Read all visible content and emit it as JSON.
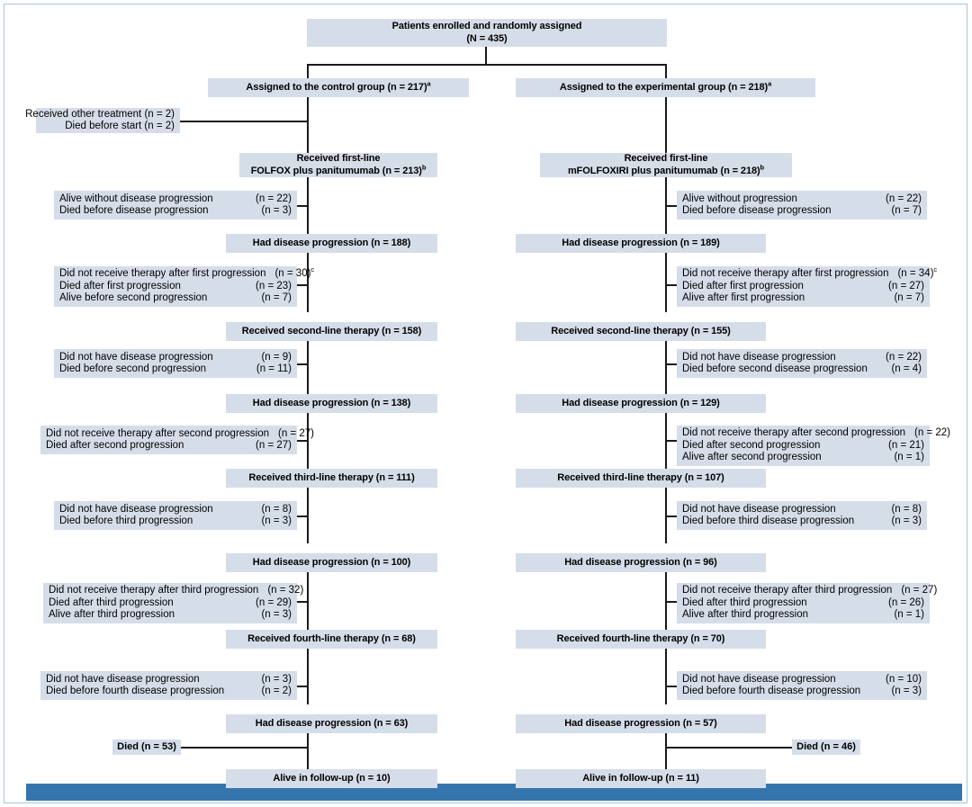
{
  "figure": {
    "type": "consort-flow-diagram",
    "colors": {
      "box_fill": "#d5dde9",
      "line": "#1a1a1a",
      "bottom_bar": "#3575ad",
      "frame_border": "#a8c4de"
    }
  },
  "top": {
    "line1": "Patients enrolled and randomly assigned",
    "line2": "(N = 435)"
  },
  "arms": {
    "control": {
      "assigned": "Assigned to the control group (n = 217)",
      "assigned_sup": "a",
      "first_line_l1": "Received first-line",
      "first_line_l2": "FOLFOX plus panitumumab (n = 213)",
      "first_line_sup": "b",
      "excluded": [
        {
          "label": "Received other treatment (n = 2)"
        },
        {
          "label": "Died before start (n = 2)"
        }
      ],
      "after_first_line": [
        {
          "label": "Alive without disease progression",
          "n": "(n = 22)"
        },
        {
          "label": "Died before disease progression",
          "n": "(n = 3)"
        }
      ],
      "progression_1": "Had disease progression (n = 188)",
      "after_prog_1": [
        {
          "label": "Did not receive therapy after first progression",
          "n": "(n = 30)",
          "sup": "c"
        },
        {
          "label": "Died after first progression",
          "n": "(n = 23)"
        },
        {
          "label": "Alive before second progression",
          "n": "(n = 7)"
        }
      ],
      "second_line": "Received second-line therapy (n = 158)",
      "after_second_line": [
        {
          "label": "Did not have disease progression",
          "n": "(n = 9)"
        },
        {
          "label": "Died before second progression",
          "n": "(n = 11)"
        }
      ],
      "progression_2": "Had disease progression (n = 138)",
      "after_prog_2": [
        {
          "label": "Did not receive therapy after second progression",
          "n": "(n = 27)"
        },
        {
          "label": "Died after second progression",
          "n": "(n = 27)"
        }
      ],
      "third_line": "Received third-line therapy (n = 111)",
      "after_third_line": [
        {
          "label": "Did not have disease progression",
          "n": "(n = 8)"
        },
        {
          "label": "Died before third progression",
          "n": "(n = 3)"
        }
      ],
      "progression_3": "Had disease progression (n = 100)",
      "after_prog_3": [
        {
          "label": "Did not receive therapy after third progression",
          "n": "(n = 32)"
        },
        {
          "label": "Died after third progression",
          "n": "(n = 29)"
        },
        {
          "label": "Alive after third progression",
          "n": "(n = 3)"
        }
      ],
      "fourth_line": "Received fourth-line therapy (n = 68)",
      "after_fourth_line": [
        {
          "label": "Did not have disease progression",
          "n": "(n = 3)"
        },
        {
          "label": "Died before fourth disease progression",
          "n": "(n = 2)"
        }
      ],
      "progression_4": "Had disease progression (n = 63)",
      "died": "Died (n = 53)",
      "alive": "Alive in follow-up (n = 10)"
    },
    "experimental": {
      "assigned": "Assigned to the experimental group (n = 218)",
      "assigned_sup": "a",
      "first_line_l1": "Received first-line",
      "first_line_l2": "mFOLFOXIRI plus panitumumab (n = 218)",
      "first_line_sup": "b",
      "after_first_line": [
        {
          "label": "Alive without progression",
          "n": "(n = 22)"
        },
        {
          "label": "Died before disease progression",
          "n": "(n = 7)"
        }
      ],
      "progression_1": "Had disease progression (n = 189)",
      "after_prog_1": [
        {
          "label": "Did not receive therapy after first progression",
          "n": "(n = 34)",
          "sup": "c"
        },
        {
          "label": "Died after first progression",
          "n": "(n = 27)"
        },
        {
          "label": "Alive after first progression",
          "n": "(n = 7)"
        }
      ],
      "second_line": "Received second-line therapy (n = 155)",
      "after_second_line": [
        {
          "label": "Did not have disease progression",
          "n": "(n = 22)"
        },
        {
          "label": "Died before second disease progression",
          "n": "(n = 4)"
        }
      ],
      "progression_2": "Had disease progression (n = 129)",
      "after_prog_2": [
        {
          "label": "Did not receive therapy after second progression",
          "n": "(n = 22)"
        },
        {
          "label": "Died after second progression",
          "n": "(n = 21)"
        },
        {
          "label": "Alive after second progression",
          "n": "(n = 1)"
        }
      ],
      "third_line": "Received third-line therapy (n = 107)",
      "after_third_line": [
        {
          "label": "Did not have disease progression",
          "n": "(n = 8)"
        },
        {
          "label": "Died before third disease progression",
          "n": "(n = 3)"
        }
      ],
      "progression_3": "Had disease progression (n = 96)",
      "after_prog_3": [
        {
          "label": "Did not receive therapy after third progression",
          "n": "(n = 27)"
        },
        {
          "label": "Died after third progression",
          "n": "(n = 26)"
        },
        {
          "label": "Alive after third progression",
          "n": "(n = 1)"
        }
      ],
      "fourth_line": "Received fourth-line therapy (n = 70)",
      "after_fourth_line": [
        {
          "label": "Did not have disease progression",
          "n": "(n = 10)"
        },
        {
          "label": "Died before fourth disease progression",
          "n": "(n = 3)"
        }
      ],
      "progression_4": "Had disease progression (n = 57)",
      "died": "Died (n = 46)",
      "alive": "Alive in follow-up (n = 11)"
    }
  }
}
